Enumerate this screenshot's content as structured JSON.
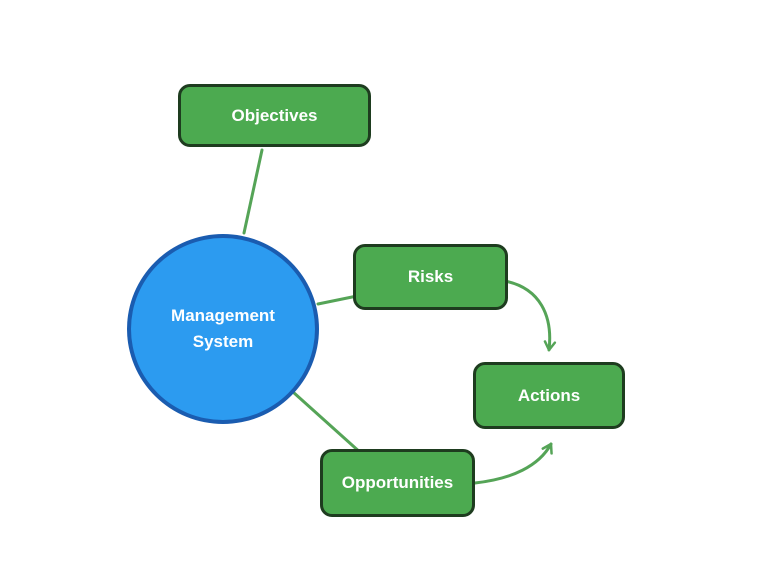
{
  "diagram": {
    "type": "flow-diagram",
    "background": "#ffffff",
    "edge_color": "#55a457",
    "nodes": {
      "management_system": {
        "label": "Management System",
        "shape": "circle",
        "fill": "#2c9bf0",
        "border": "#1a5cb0",
        "text_color": "#ffffff"
      },
      "objectives": {
        "label": "Objectives",
        "shape": "rounded-rect",
        "fill": "#4caa50",
        "border": "#1e3c1f",
        "text_color": "#ffffff"
      },
      "risks": {
        "label": "Risks",
        "shape": "rounded-rect",
        "fill": "#4caa50",
        "border": "#1e3c1f",
        "text_color": "#ffffff"
      },
      "actions": {
        "label": "Actions",
        "shape": "rounded-rect",
        "fill": "#4caa50",
        "border": "#1e3c1f",
        "text_color": "#ffffff"
      },
      "opportunities": {
        "label": "Opportunities",
        "shape": "rounded-rect",
        "fill": "#4caa50",
        "border": "#1e3c1f",
        "text_color": "#ffffff"
      }
    },
    "edges": [
      {
        "from": "Management System",
        "to": "Objectives",
        "style": "straight-line"
      },
      {
        "from": "Management System",
        "to": "Risks",
        "style": "straight-line"
      },
      {
        "from": "Management System",
        "to": "Opportunities",
        "style": "straight-line"
      },
      {
        "from": "Risks",
        "to": "Actions",
        "style": "curved-arrow"
      },
      {
        "from": "Opportunities",
        "to": "Actions",
        "style": "curved-arrow"
      }
    ]
  }
}
